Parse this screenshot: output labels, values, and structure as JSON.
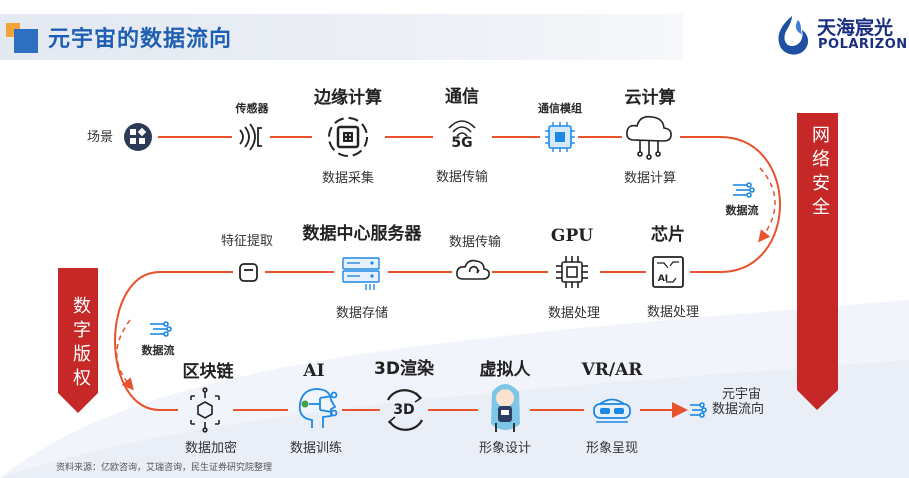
{
  "header": {
    "title": "元宇宙的数据流向",
    "logo_name": "天海宸光",
    "logo_en": "POLARIZON"
  },
  "row1": {
    "start": "场景",
    "sensor": "传感器",
    "edge_title": "边缘计算",
    "edge_caption": "数据采集",
    "comm_title": "通信",
    "comm_icon_text": "5G",
    "comm_caption": "数据传输",
    "module_title": "通信模组",
    "cloud_title": "云计算",
    "cloud_caption": "数据计算"
  },
  "row2": {
    "chip_title": "芯片",
    "chip_icon_text": "AI",
    "chip_caption": "数据处理",
    "gpu_title": "GPU",
    "gpu_caption": "数据处理",
    "transfer_label": "数据传输",
    "server_title": "数据中心服务器",
    "server_caption": "数据存储",
    "feature_label": "特征提取"
  },
  "row3": {
    "blockchain_title": "区块链",
    "blockchain_caption": "数据加密",
    "ai_title": "AI",
    "ai_caption": "数据训练",
    "render_title": "3D渲染",
    "render_icon_text": "3D",
    "avatar_title": "虚拟人",
    "avatar_caption": "形象设计",
    "vrar_title": "VR/AR",
    "vrar_caption": "形象呈现",
    "end_label_line1": "元宇宙",
    "end_label_line2": "数据流向"
  },
  "flow_labels": {
    "right": "数据流",
    "left": "数据流"
  },
  "banners": {
    "right": "网络安全",
    "left": "数字版权"
  },
  "footer": {
    "source": "资料来源：亿欧咨询，艾瑞咨询，民生证券研究院整理"
  },
  "colors": {
    "flow_line": "#e8522c",
    "banner_red": "#c62828",
    "title_blue": "#1f5fb3",
    "icon_blue": "#1e88e5",
    "icon_dark": "#222222"
  }
}
